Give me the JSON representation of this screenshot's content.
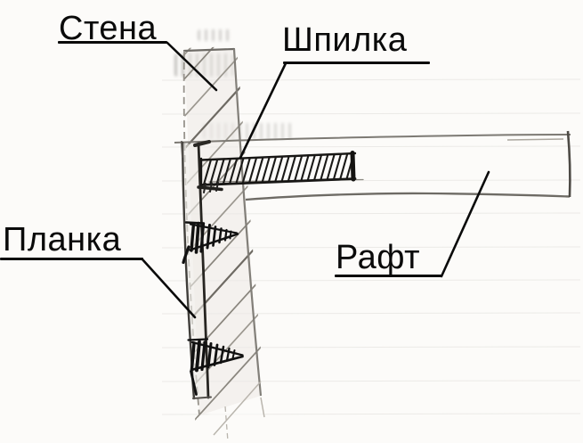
{
  "diagram": {
    "kind": "hand-drawn fastening detail sketch",
    "labels": {
      "wall": "Стена",
      "stud": "Шпилка",
      "batten": "Планка",
      "rafter": "Рафт"
    },
    "colors": {
      "label_ink": "#0a0a0a",
      "marker_ink": "#1a1917",
      "pencil": "#8a867e",
      "pencil_dark": "#55524d",
      "paper": "#fcfbf9"
    }
  }
}
